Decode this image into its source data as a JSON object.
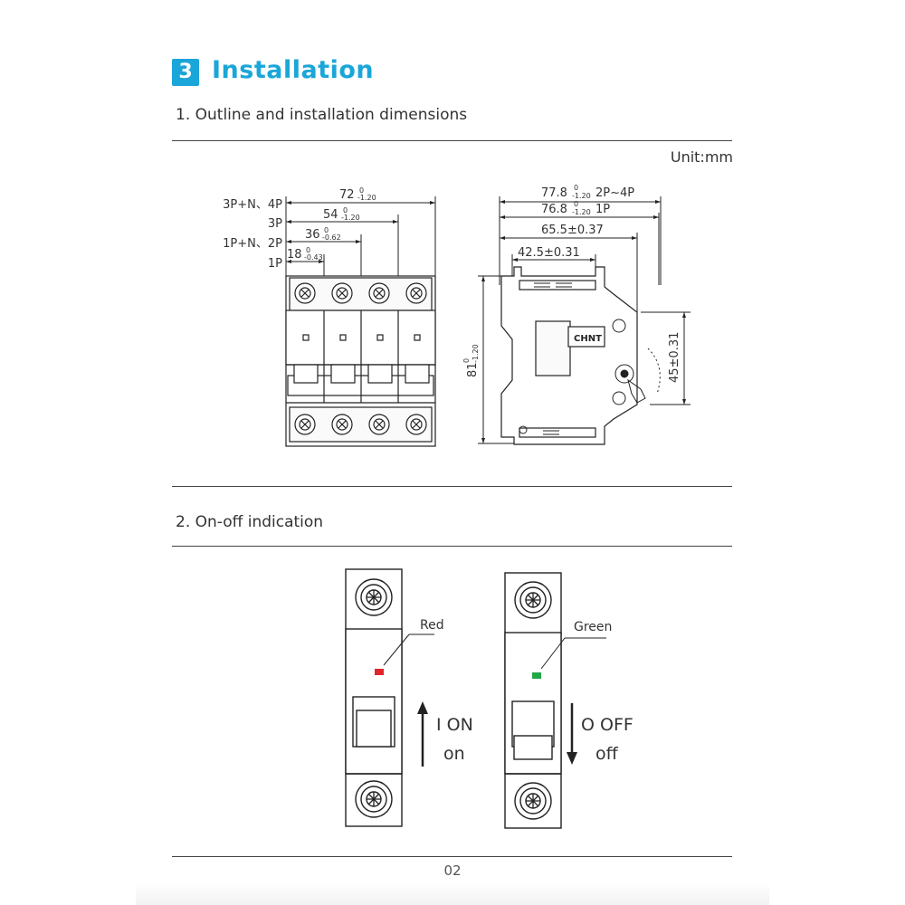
{
  "section": {
    "number": "3",
    "title": "Installation"
  },
  "subsection1": {
    "title": "1. Outline and installation dimensions",
    "unit": "Unit:mm"
  },
  "front_view": {
    "labels": {
      "p4": "3P+N、4P",
      "p3": "3P",
      "p2": "1P+N、2P",
      "p1": "1P"
    },
    "dims": {
      "d72": "72",
      "d54": "54",
      "d36": "36",
      "d18": "18"
    },
    "tol_upper": "0",
    "tol_lower": {
      "d72": "-1.20",
      "d54": "-1.20",
      "d36": "-0.62",
      "d18": "-0.43"
    }
  },
  "side_view": {
    "d778": "77.8",
    "d778_upper": "0",
    "d778_lower": "-1.20",
    "d778_note": "2P~4P",
    "d768": "76.8",
    "d768_upper": "0",
    "d768_lower": "-1.20",
    "d768_note": "1P",
    "d655": "65.5±0.37",
    "d425": "42.5±0.31",
    "d81": "81",
    "d81_upper": "0",
    "d81_lower": "-1.20",
    "d45": "45±0.31",
    "brand": "CHNT"
  },
  "subsection2": {
    "title": "2. On-off indication"
  },
  "indication": {
    "left": {
      "callout": "Red",
      "indicator_color": "#e0252b",
      "state_line1": "I ON",
      "state_line2": "on"
    },
    "right": {
      "callout": "Green",
      "indicator_color": "#1fa845",
      "state_line1": "O OFF",
      "state_line2": "off"
    }
  },
  "page_number": "02",
  "accent_color": "#1aa6d8"
}
